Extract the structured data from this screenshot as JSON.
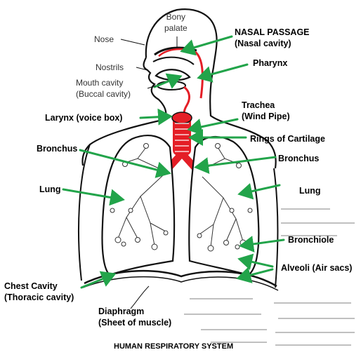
{
  "title": "HUMAN RESPIRATORY SYSTEM",
  "printed_labels": {
    "bony_palate": [
      "Bony",
      "palate"
    ],
    "nose": "Nose",
    "nostrils": "Nostrils",
    "mouth_cavity": [
      "Mouth cavity",
      "(Buccal cavity)"
    ],
    "diaphragm": [
      "Diaphragm",
      "(Sheet of muscle)"
    ]
  },
  "annotations": {
    "nasal_passage": [
      "NASAL PASSAGE",
      "(Nasal cavity)"
    ],
    "pharynx": "Pharynx",
    "larynx": "Larynx (voice box)",
    "trachea": [
      "Trachea",
      "(Wind Pipe)"
    ],
    "rings": "Rings of Cartilage",
    "bronchus_left": "Bronchus",
    "bronchus_right": "Bronchus",
    "lung_left": "Lung",
    "lung_right": "Lung",
    "bronchiole": "Bronchiole",
    "alveoli": "Alveoli (Air sacs)",
    "chest_cavity": [
      "Chest Cavity",
      "(Thoracic cavity)"
    ]
  },
  "colors": {
    "outline": "#111111",
    "airway": "#e41e26",
    "arrow": "#22a44a",
    "background_text": "#9a9a9a"
  }
}
